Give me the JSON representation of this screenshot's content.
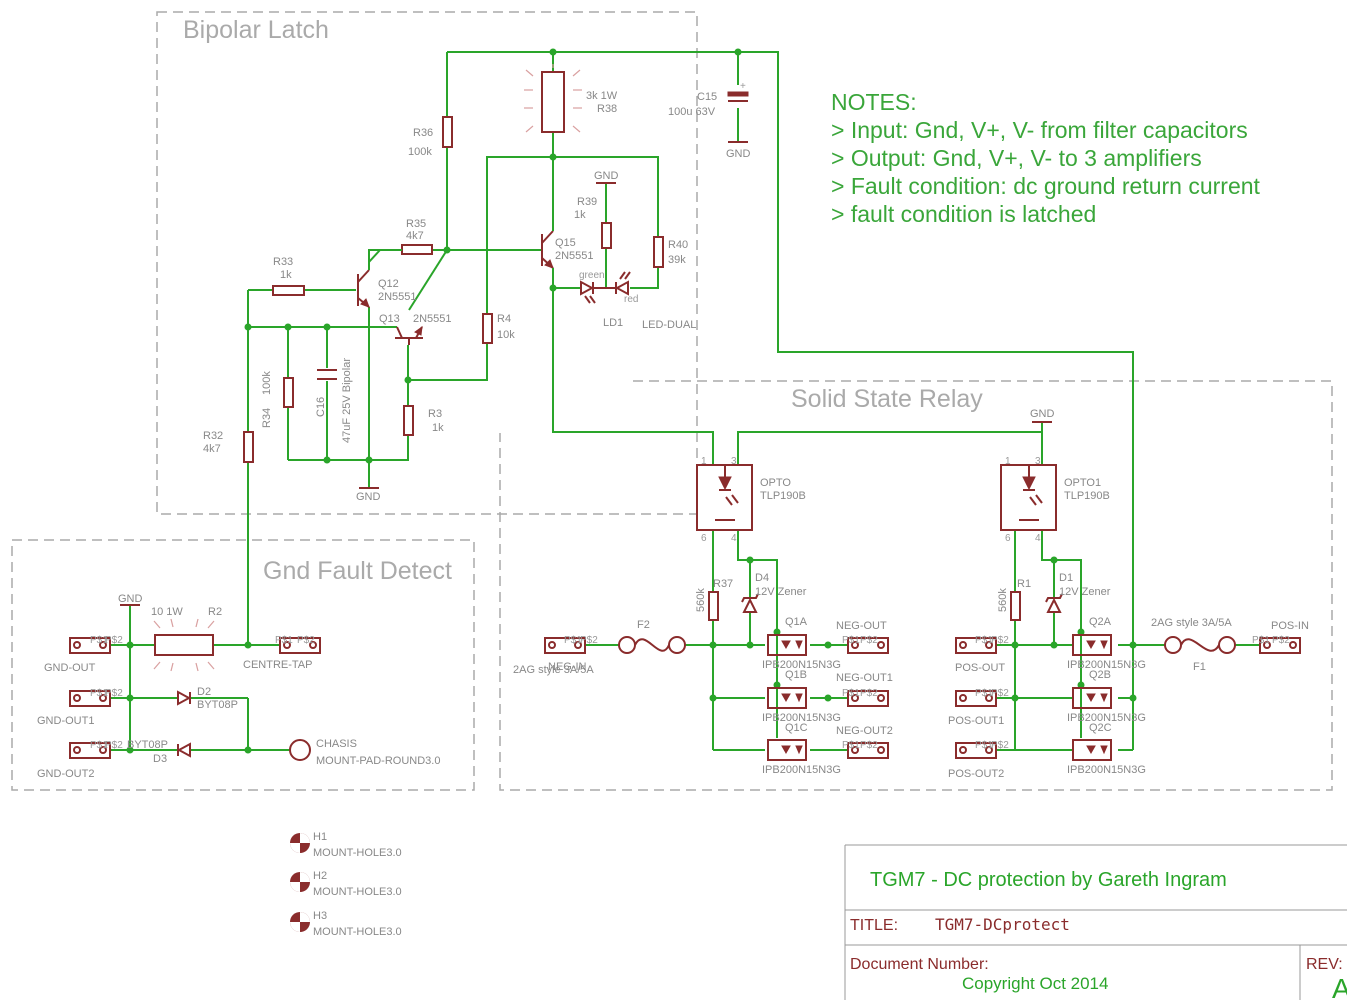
{
  "sections": {
    "bipolar_latch": "Bipolar Latch",
    "gnd_fault": "Gnd Fault Detect",
    "ssr": "Solid State Relay"
  },
  "notes": [
    "NOTES:",
    "> Input: Gnd, V+, V- from filter capacitors",
    "> Output: Gnd, V+, V- to 3 amplifiers",
    "> Fault condition: dc ground return current",
    "> fault condition is latched"
  ],
  "components": {
    "r38": [
      "3k 1W",
      "R38"
    ],
    "c15": [
      "C15",
      "100u 63V"
    ],
    "r36": [
      "R36",
      "100k"
    ],
    "r35": [
      "R35",
      "4k7"
    ],
    "r33": [
      "R33",
      "1k"
    ],
    "q12": [
      "Q12",
      "2N5551"
    ],
    "q13": [
      "Q13",
      "2N5551"
    ],
    "q15": [
      "Q15",
      "2N5551"
    ],
    "r39": [
      "R39",
      "1k"
    ],
    "r40": [
      "R40",
      "39k"
    ],
    "r4": [
      "R4",
      "10k"
    ],
    "r3": [
      "R3",
      "1k"
    ],
    "r34": [
      "R34",
      "100k"
    ],
    "c16": [
      "C16",
      "47uF 25V Bipolar"
    ],
    "r32": [
      "R32",
      "4k7"
    ],
    "ld1": [
      "LD1",
      "LED-DUAL",
      "green",
      "red"
    ],
    "r2": [
      "10 1W",
      "R2"
    ],
    "d2": [
      "D2",
      "BYT08P"
    ],
    "d3": [
      "BYT08P",
      "D3"
    ],
    "chassis": [
      "CHASIS",
      "MOUNT-PAD-ROUND3.0"
    ],
    "opto": [
      "OPTO",
      "TLP190B"
    ],
    "opto1": [
      "OPTO1",
      "TLP190B"
    ],
    "r37": [
      "R37",
      "560k"
    ],
    "r1": [
      "R1",
      "560k"
    ],
    "d4": [
      "D4",
      "12V Zener"
    ],
    "d1": [
      "D1",
      "12V Zener"
    ],
    "f2": [
      "F2",
      "2AG style 3A/5A"
    ],
    "f1": [
      "2AG style 3A/5A",
      "F1"
    ],
    "q1a": [
      "Q1A",
      "IPB200N15N3G"
    ],
    "q1b": [
      "Q1B",
      "IPB200N15N3G"
    ],
    "q1c": [
      "Q1C",
      "IPB200N15N3G"
    ],
    "q2a": [
      "Q2A",
      "IPB200N15N3G"
    ],
    "q2b": [
      "Q2B",
      "IPB200N15N3G"
    ],
    "q2c": [
      "Q2C",
      "IPB200N15N3G"
    ]
  },
  "connectors": {
    "gnd_out": "GND-OUT",
    "gnd_out1": "GND-OUT1",
    "gnd_out2": "GND-OUT2",
    "centre_tap": "CENTRE-TAP",
    "neg_in": "NEG-IN",
    "neg_out": "NEG-OUT",
    "neg_out1": "NEG-OUT1",
    "neg_out2": "NEG-OUT2",
    "pos_in": "POS-IN",
    "pos_out": "POS-OUT",
    "pos_out1": "POS-OUT1",
    "pos_out2": "POS-OUT2",
    "pin1": "P$1",
    "pin2": "P$2"
  },
  "gnd_label": "GND",
  "opto_pins": [
    "1",
    "3",
    "6",
    "4"
  ],
  "mount_holes": [
    [
      "H1",
      "MOUNT-HOLE3.0"
    ],
    [
      "H2",
      "MOUNT-HOLE3.0"
    ],
    [
      "H3",
      "MOUNT-HOLE3.0"
    ]
  ],
  "title_block": {
    "heading": "TGM7 - DC protection by Gareth Ingram",
    "title_label": "TITLE:",
    "title_value": "TGM7-DCprotect",
    "doc_label": "Document Number:",
    "copyright": "Copyright Oct 2014",
    "rev_label": "REV:",
    "rev_value": "A"
  }
}
